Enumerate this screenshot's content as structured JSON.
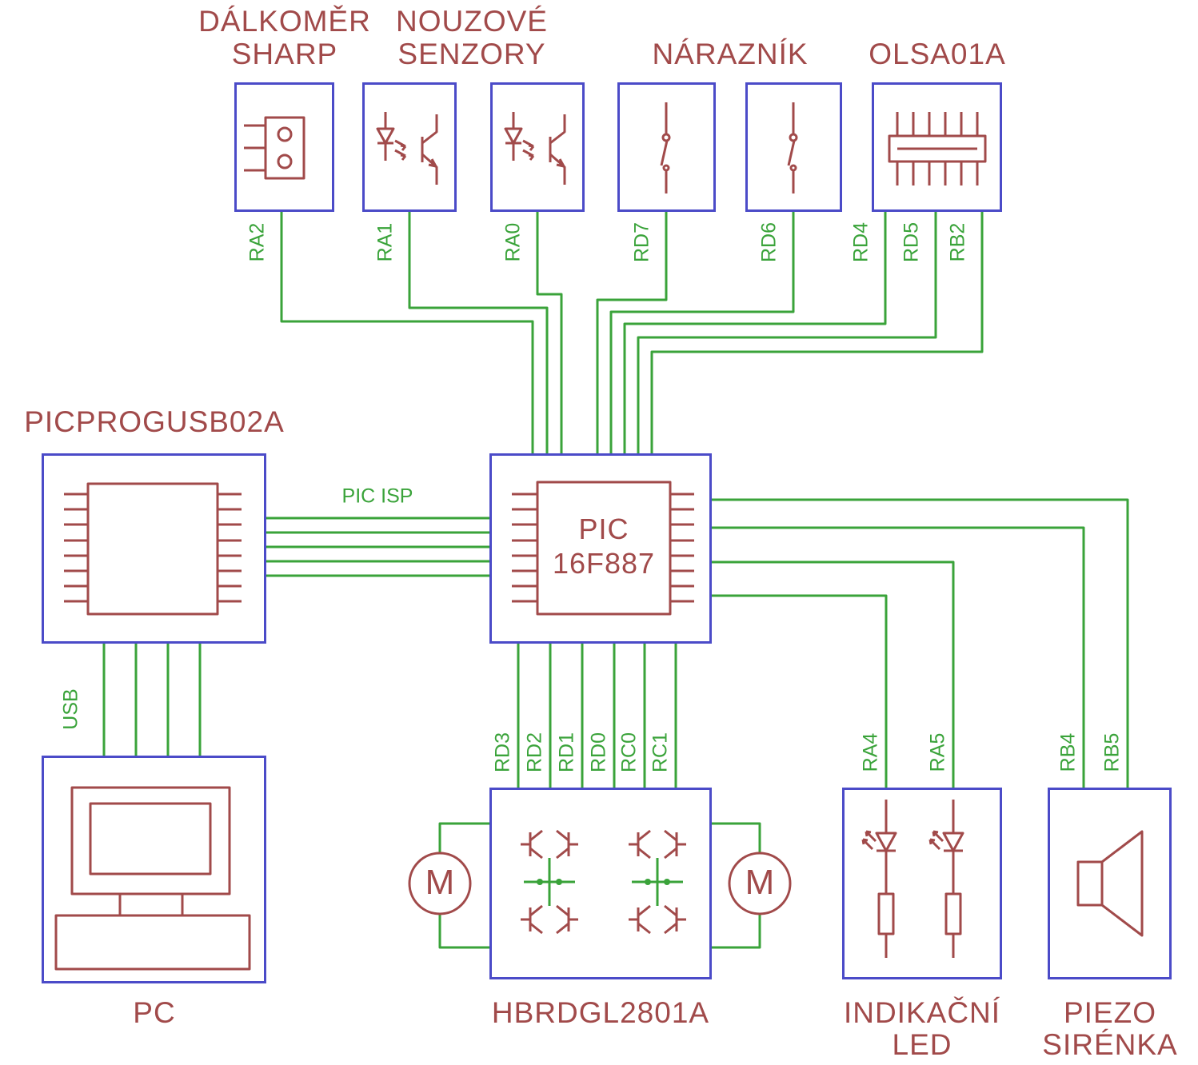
{
  "colors": {
    "background": "#ffffff",
    "box_border": "#4b4bc8",
    "symbol": "#a14a4a",
    "wire": "#3aa33a"
  },
  "blocks": {
    "rangefinder": {
      "title": [
        "DÁLKOMĚR",
        "SHARP"
      ]
    },
    "emergency_sensors": {
      "title": [
        "NOUZOVÉ",
        "SENZORY"
      ]
    },
    "bumper": {
      "title": "NÁRAZNÍK"
    },
    "olsa": {
      "title": "OLSA01A"
    },
    "programmer": {
      "title": "PICPROGUSB02A"
    },
    "mcu": {
      "title": [
        "PIC",
        "16F887"
      ]
    },
    "pc": {
      "title": "PC"
    },
    "hbridge": {
      "title": "HBRDGL2801A"
    },
    "indicator_led": {
      "title": [
        "INDIKAČNÍ",
        "LED"
      ]
    },
    "piezo": {
      "title": [
        "PIEZO",
        "SIRÉNKA"
      ]
    }
  },
  "nets": {
    "top": [
      "RA2",
      "RA1",
      "RA0",
      "RD7",
      "RD6",
      "RD4",
      "RD5",
      "RB2"
    ],
    "motor": [
      "RD3",
      "RD2",
      "RD1",
      "RD0",
      "RC0",
      "RC1"
    ],
    "led": [
      "RA4",
      "RA5"
    ],
    "piezo": [
      "RB4",
      "RB5"
    ],
    "isp": "PIC ISP",
    "usb": "USB"
  },
  "motor_symbol": "M"
}
